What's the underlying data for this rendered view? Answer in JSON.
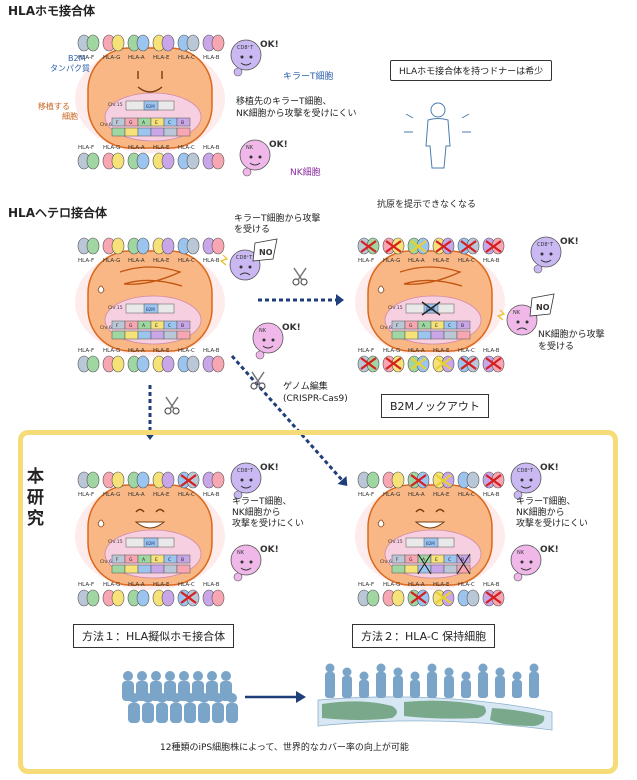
{
  "headings": {
    "homo": "HLAホモ接合体",
    "hetero": "HLAヘテロ接合体",
    "study_vertical": [
      "本",
      "研",
      "究"
    ]
  },
  "labels": {
    "b2m": "B2M",
    "protein": "タンパク質",
    "transplant": "移植する",
    "cell": "細胞",
    "killer_t": "キラーT細胞",
    "nk": "NK細胞",
    "homo_desc_1": "移植先のキラーT細胞、",
    "homo_desc_2": "NK細胞から攻撃を受けにくい",
    "donor_rare": "HLAホモ接合体を持つドナーは希少",
    "hetero_attack_1": "キラーT細胞から攻撃",
    "hetero_attack_2": "を受ける",
    "no_antigen": "抗原を提示できなくなる",
    "nk_attack_1": "NK細胞から攻撃",
    "nk_attack_2": "を受ける",
    "genome_1": "ゲノム編集",
    "genome_2": "(CRISPR-Cas9)",
    "b2m_ko": "B2Mノックアウト",
    "method1": "方法１：HLA擬似ホモ接合体",
    "method2": "方法２：HLA-C 保持細胞",
    "resist_1": "キラーT細胞、",
    "resist_2": "NK細胞から",
    "resist_3": "攻撃を受けにくい",
    "bottom": "12種類のiPS細胞株によって、世界的なカバー率の向上が可能"
  },
  "hla": [
    "HLA-F",
    "HLA-G",
    "HLA-A",
    "HLA-E",
    "HLA-C",
    "HLA-B"
  ],
  "cell_text": {
    "chr15": "Chr.15",
    "chr6": "Chr.6",
    "b2m": "B2M",
    "genes": [
      "F",
      "G",
      "A",
      "E",
      "C",
      "B"
    ]
  },
  "badges": {
    "ok": "OK!",
    "no": "NO",
    "cd8": "CD8⁺T",
    "nk": "NK"
  },
  "colors": {
    "cell_fill": "#f8b784",
    "cell_stroke": "#d9691e",
    "study_border": "#f6dc78",
    "arrow": "#1f3f7a",
    "killer_t": "#c9b8f2",
    "nk_cell": "#f0b8e8",
    "people": "#7aa4c8",
    "red_x": "#d62020",
    "yellow_x": "#e8d030"
  }
}
